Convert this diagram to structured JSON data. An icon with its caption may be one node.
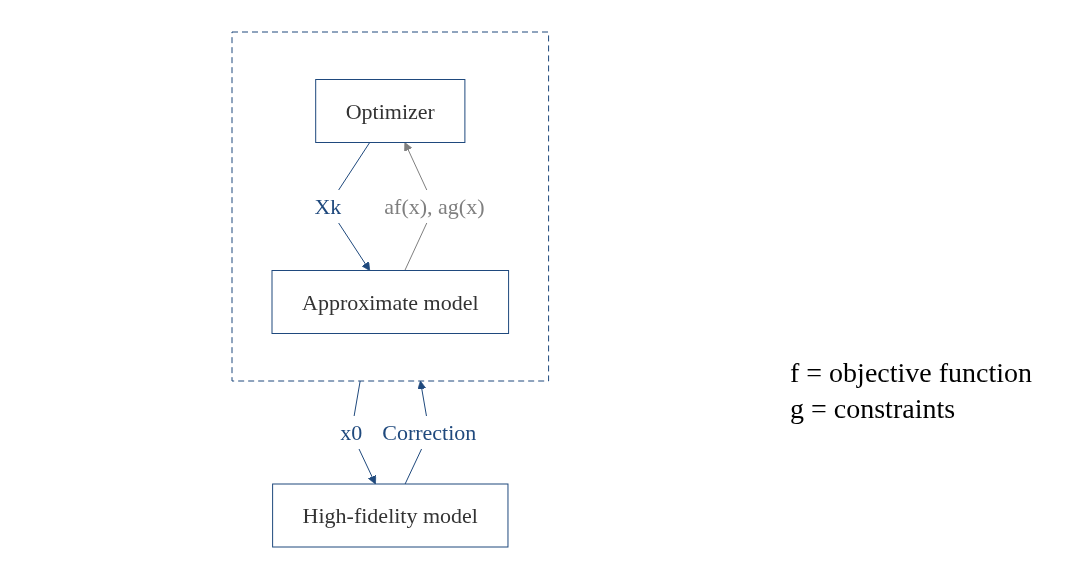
{
  "diagram": {
    "nodes": [
      {
        "text": [],
        "shape": "box"
      },
      {
        "text": [
          "Optimizer"
        ],
        "in": 0
      },
      {
        "text": [
          "Approximate model"
        ],
        "in": 0
      },
      {
        "text": [
          "High-fidelity model"
        ]
      }
    ],
    "edges": [
      {
        "from": 1,
        "to": 2,
        "arrow": "to",
        "label": "Xk"
      },
      {
        "from": 2,
        "to": 1,
        "arrow": "to",
        "label": "af(x), ag(x)",
        "color": "#7f7f7f"
      },
      {
        "from": 0,
        "to": 3,
        "arrow": "to",
        "label": "x0"
      },
      {
        "from": 3,
        "to": 0,
        "arrow": "to",
        "label": "Correction"
      }
    ],
    "labels": [
      "f = objective function",
      "g = constraints"
    ]
  }
}
